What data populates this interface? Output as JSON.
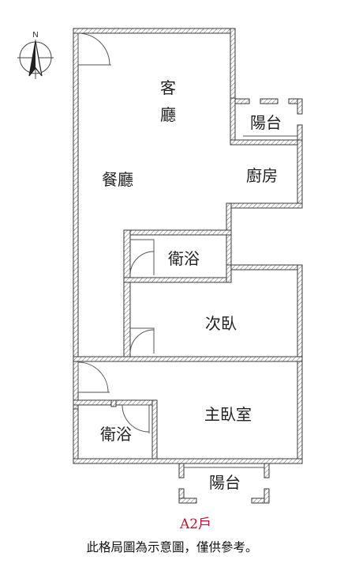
{
  "compass": {
    "north_letter": "N"
  },
  "rooms": {
    "living_line1": "客",
    "living_line2": "廳",
    "dining": "餐廳",
    "balcony_top": "陽台",
    "kitchen": "廚房",
    "bath_upper": "衛浴",
    "second_bedroom": "次臥",
    "master_bedroom": "主臥室",
    "bath_lower": "衛浴",
    "balcony_bottom": "陽台"
  },
  "unit": {
    "label": "A2戶",
    "color": "#c8102e"
  },
  "footer": {
    "note": "此格局圖為示意圖，僅供參考。"
  }
}
